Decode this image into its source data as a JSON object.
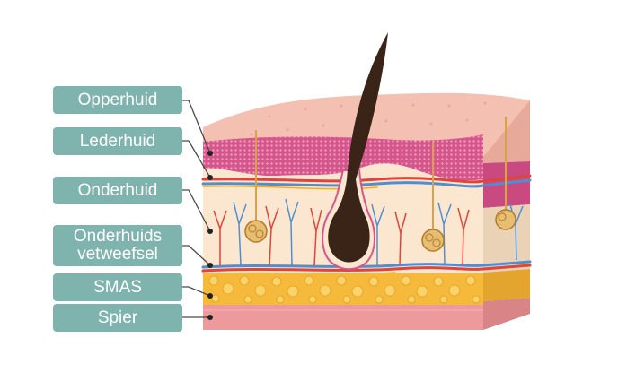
{
  "labels": {
    "opperhuid": "Opperhuid",
    "lederhuid": "Lederhuid",
    "onderhuid": "Onderhuid",
    "vetweefsel_line1": "Onderhuids",
    "vetweefsel_line2": "vetweefsel",
    "smas": "SMAS",
    "spier": "Spier"
  },
  "colors": {
    "label_bg": "#7fb3ad",
    "label_text": "#ffffff",
    "epidermis": "#f3c0b2",
    "dermis": "#d6558b",
    "subcutis": "#fbe7cf",
    "fat": "#f5b93b",
    "muscle": "#ee9a9c",
    "artery": "#e0443a",
    "vein": "#4f8fd0",
    "hair": "#3a2418"
  }
}
